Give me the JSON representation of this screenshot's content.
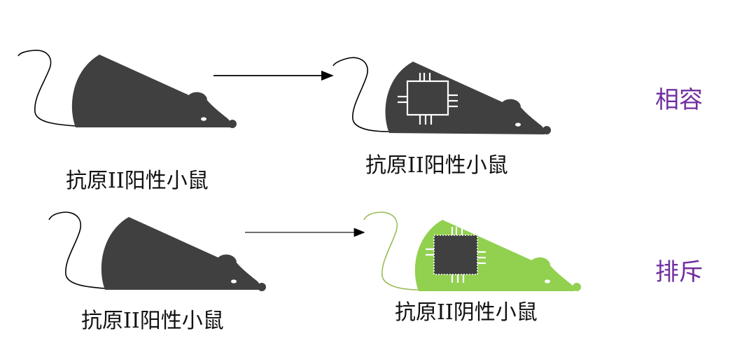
{
  "rows": [
    {
      "donor_label": "抗原II阳性小鼠",
      "recipient_label": "抗原II阳性小鼠",
      "result": "相容"
    },
    {
      "donor_label": "抗原II阳性小鼠",
      "recipient_label": "抗原II阴性小鼠",
      "result": "排斥"
    }
  ],
  "colors": {
    "mouse_dark": "#404040",
    "mouse_green": "#92d050",
    "tail_green": "#9bbb59",
    "result_text": "#7030a0",
    "graft_mark": "#ffffff"
  },
  "icons": {
    "graft": "skin-graft-square-icon"
  }
}
